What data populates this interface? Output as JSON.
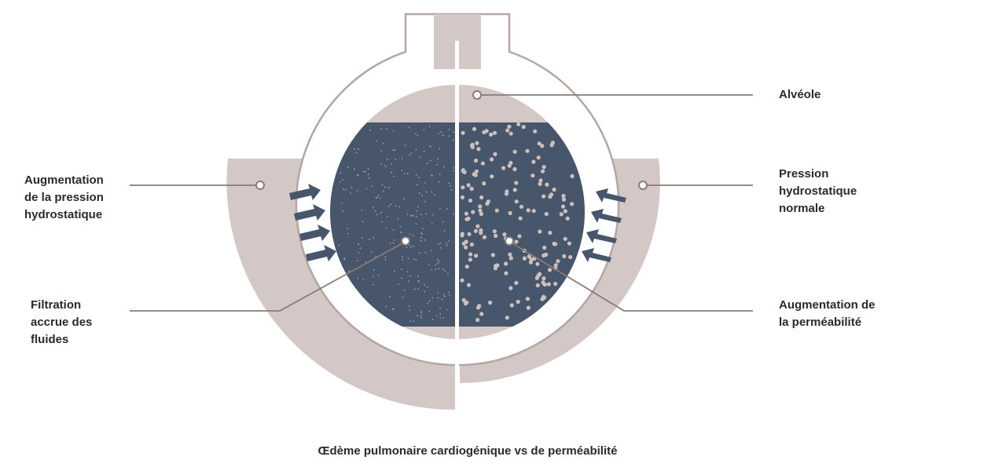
{
  "labels": {
    "alveole": [
      "Alvéole"
    ],
    "left_pressure": [
      "Augmentation",
      "de la pression",
      "hydrostatique"
    ],
    "right_pressure": [
      "Pression",
      "hydrostatique",
      "normale"
    ],
    "filtration": [
      "Filtration",
      "accrue des",
      "fluides"
    ],
    "permeability": [
      "Augmentation de",
      "la perméabilité"
    ]
  },
  "caption": "Œdème pulmonaire cardiogénique vs de perméabilité",
  "colors": {
    "beige": "#d4c8c6",
    "outline": "#b4a6a2",
    "fluid": "#47566a",
    "arrow": "#47566a",
    "speck": "#cdbfbd",
    "callout_line": "#8a7b78",
    "text": "#2a2a2a"
  },
  "icons": {
    "arrows_left": "arrow-right-icon",
    "arrows_right": "arrow-left-icon"
  }
}
